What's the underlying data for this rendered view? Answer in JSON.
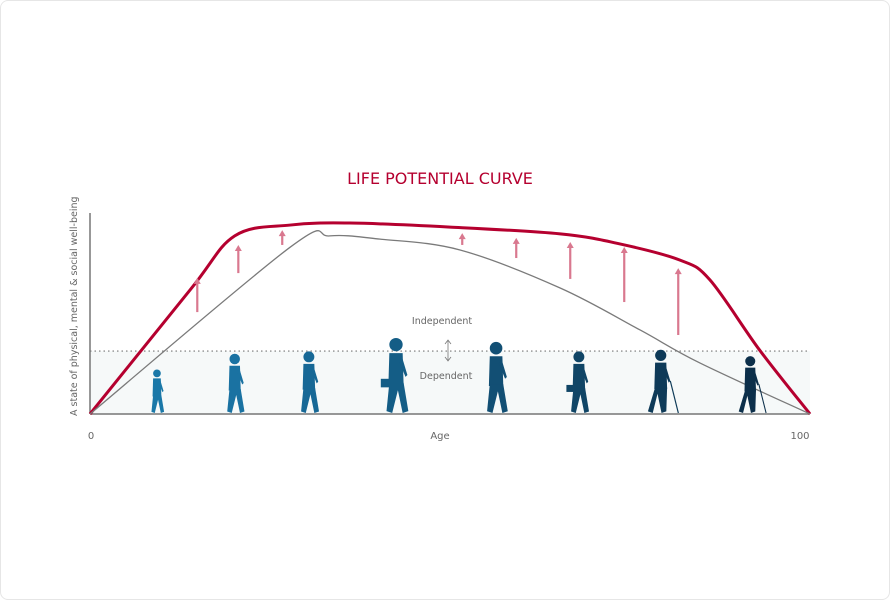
{
  "chart_data": {
    "type": "line",
    "title": "LIFE POTENTIAL CURVE",
    "xlabel": "Age",
    "ylabel": "A state of physical, mental & social well-being",
    "xlim": [
      0,
      100
    ],
    "xticks": [
      "0",
      "100"
    ],
    "grid": false,
    "series": [
      {
        "color": "#b5002f",
        "x": [
          0,
          13.9,
          20.1,
          27.8,
          36.1,
          50,
          65.3,
          73.6,
          81.9,
          86.1,
          93,
          100
        ],
        "y": [
          0,
          61.7,
          88.6,
          94,
          95,
          93,
          89.6,
          84.6,
          76.6,
          66.7,
          31.8,
          0
        ]
      },
      {
        "color": "#7a7a7a",
        "x": [
          0,
          27.8,
          33.3,
          40.3,
          51.4,
          65.3,
          76.4,
          84.7,
          100
        ],
        "y": [
          0,
          83,
          88.6,
          87,
          81.6,
          62.7,
          41.8,
          25.4,
          0
        ]
      }
    ],
    "threshold": {
      "y": 31.3,
      "label_above": "Independent",
      "label_below": "Dependent"
    },
    "improvement_arrows": [
      {
        "x": 14.9,
        "from": 50.7,
        "to": 67.7
      },
      {
        "x": 20.6,
        "from": 70.1,
        "to": 84.1
      },
      {
        "x": 26.7,
        "from": 84.1,
        "to": 91.5
      },
      {
        "x": 51.7,
        "from": 84.1,
        "to": 90
      },
      {
        "x": 59.2,
        "from": 77.6,
        "to": 87.6
      },
      {
        "x": 66.7,
        "from": 67.2,
        "to": 85.6
      },
      {
        "x": 74.2,
        "from": 55.7,
        "to": 83.1
      },
      {
        "x": 81.7,
        "from": 39.3,
        "to": 72.6
      }
    ],
    "figures": [
      {
        "age": 9.3,
        "stage": "child",
        "color": "#1a78a8"
      },
      {
        "age": 20.1,
        "stage": "teen",
        "color": "#1a72a2"
      },
      {
        "age": 30.4,
        "stage": "young-woman",
        "color": "#176896"
      },
      {
        "age": 42.5,
        "stage": "businessman",
        "color": "#145d86"
      },
      {
        "age": 56.4,
        "stage": "middle-aged-man",
        "color": "#124f74"
      },
      {
        "age": 67.9,
        "stage": "older-woman",
        "color": "#104566"
      },
      {
        "age": 78.6,
        "stage": "elderly-man-cane",
        "color": "#0e3a58"
      },
      {
        "age": 91.1,
        "stage": "elderly-woman-cane",
        "color": "#0c2f4a"
      }
    ]
  }
}
